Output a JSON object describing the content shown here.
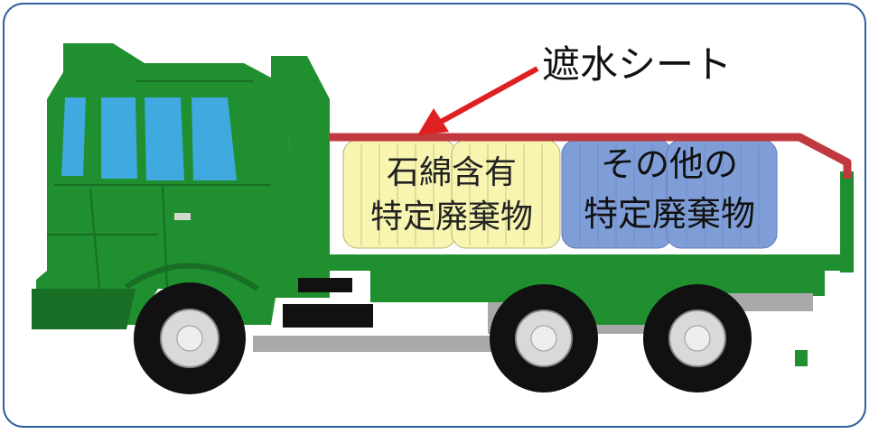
{
  "labels": {
    "sheet": "遮水シート",
    "asbestos_line1": "石綿含有",
    "asbestos_line2": "特定廃棄物",
    "other_line1": "その他の",
    "other_line2": "特定廃棄物"
  },
  "colors": {
    "frame_border": "#2f5f9e",
    "truck_green": "#1f8f2f",
    "truck_dark": "#176e24",
    "window_blue": "#3fa9e0",
    "sheet_red": "#c0393f",
    "arrow_red": "#e02020",
    "asbestos_bag": "#f7f5b0",
    "other_bag": "#7f9ed8",
    "tire_black": "#111111",
    "hub_gray": "#d9d9d9",
    "chassis_gray": "#a9a9a9"
  }
}
